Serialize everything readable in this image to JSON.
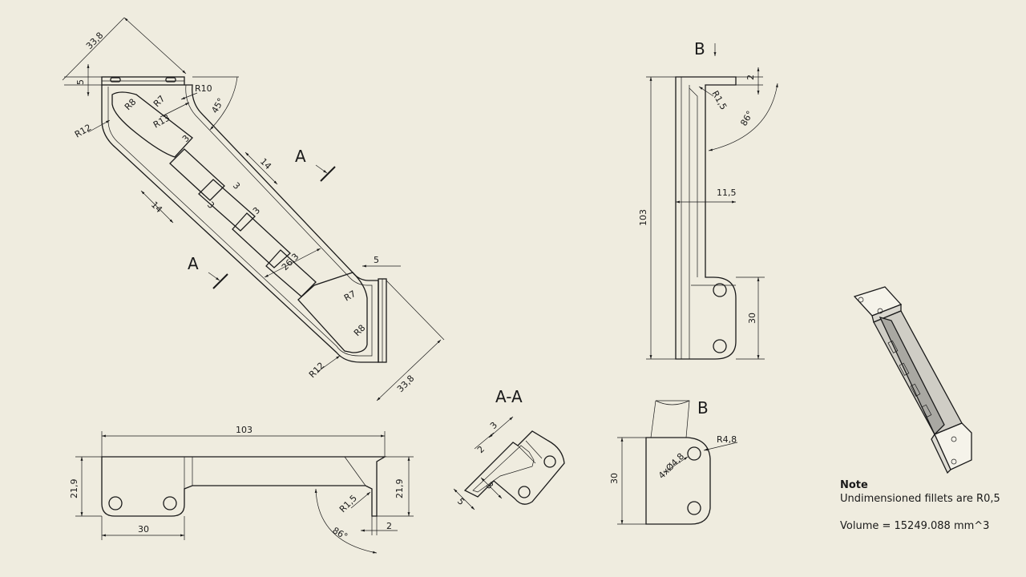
{
  "colors": {
    "paper": "#efecdf",
    "ink": "#1a1a1a"
  },
  "labels": {
    "section_a": "A",
    "section_b": "B",
    "section_aa": "A-A"
  },
  "front_view": {
    "d_top_width": "33,8",
    "d_top_5": "5",
    "d_r10": "R10",
    "d_r7": "R7",
    "d_r8": "R8",
    "d_r13": "R13",
    "d_r12": "R12",
    "d_45": "45°",
    "d_3a": "3",
    "d_14a": "14",
    "d_3b": "3",
    "d_14b": "14",
    "d_3c": "3",
    "d_3d": "3",
    "d_26": "26,3",
    "d_5b": "5",
    "d_r7b": "R7",
    "d_r8b": "R8",
    "d_r12b": "R12",
    "d_33b": "33,8"
  },
  "side_view": {
    "d_103": "103",
    "d_2": "2",
    "d_r15": "R1,5",
    "d_86": "86°",
    "d_115": "11,5",
    "d_30": "30"
  },
  "top_view": {
    "d_103": "103",
    "d_219l": "21,9",
    "d_219r": "21,9",
    "d_30": "30",
    "d_r15": "R1,5",
    "d_86": "86°",
    "d_2": "2"
  },
  "section_aa": {
    "d_3a": "3",
    "d_2": "2",
    "d_5": "5",
    "d_3b": "3"
  },
  "detail_b": {
    "d_30": "30",
    "d_r48": "R4,8",
    "d_holes": "4xØ4,8"
  },
  "note": {
    "title": "Note",
    "line1": "Undimensioned fillets are R0,5",
    "volume": "Volume = 15249.088 mm^3"
  }
}
